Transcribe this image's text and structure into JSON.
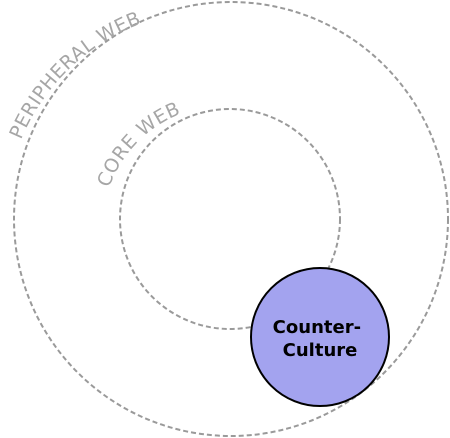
{
  "diagram": {
    "outer_ring_label": "PERIPHERAL WEB",
    "inner_ring_label": "CORE WEB",
    "center_label_line1": "Counter-",
    "center_label_line2": "Culture"
  },
  "colors": {
    "ring_stroke": "#9a9a9a",
    "ring_label": "#a6a6a6",
    "counter_culture_fill": "#a3a3ef",
    "counter_culture_stroke": "#000000",
    "counter_culture_text": "#000000"
  }
}
